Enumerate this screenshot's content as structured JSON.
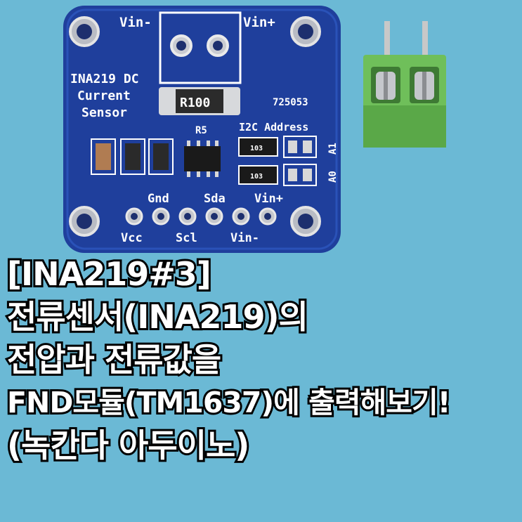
{
  "board": {
    "labels_top": [
      "Vin-",
      "Vin+"
    ],
    "product": [
      "INA219 DC",
      "Current",
      "Sensor"
    ],
    "resistor": "R100",
    "code": "725053",
    "r5": "R5",
    "i2c": "I2C Address",
    "smd": [
      "103",
      "103"
    ],
    "addr": [
      "A1",
      "A0"
    ],
    "pins_top": [
      "Gnd",
      "Sda",
      "Vin+"
    ],
    "pins_bottom": [
      "Vcc",
      "Scl",
      "Vin-"
    ]
  },
  "title_lines": [
    "[INA219#3]",
    "전류센서(INA219)의",
    "전압과 전류값을",
    "FND모듈(TM1637)에 출력해보기!",
    "(녹칸다 아두이노)"
  ],
  "colors": {
    "background": "#6bb9d5",
    "pcb": "#1f3f9c",
    "terminal": "#6fbf5a"
  }
}
